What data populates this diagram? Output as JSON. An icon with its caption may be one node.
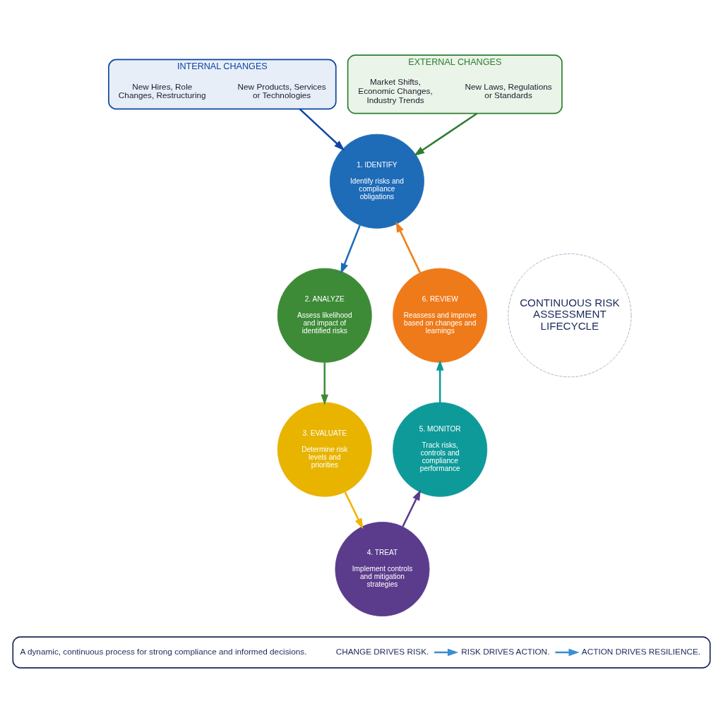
{
  "diagram": {
    "nodes": [
      {
        "text": [
          "INTERNAL CHANGES"
        ]
      },
      {
        "text": [
          "New Products, Services or Technologies"
        ],
        "in": 0
      },
      {
        "text": [
          "New Hires, Role Changes, Restructuring"
        ],
        "in": 0
      },
      {
        "text": [
          "EXTERNAL CHANGES"
        ]
      },
      {
        "text": [
          "New Laws, Regulations or Standards"
        ],
        "in": 3
      },
      {
        "text": [
          "Market Shifts, Economic Changes, Industry Trends"
        ],
        "in": 3
      },
      {
        "text": [
          "1. IDENTIFY",
          "Identify risks and compliance obligations"
        ]
      },
      {
        "text": [
          "2. ANALYZE",
          "Assess likelihood and impact of identified risks"
        ]
      },
      {
        "text": [
          "3. EVALUATE",
          "Determine risk levels and priorities"
        ]
      },
      {
        "text": [
          "4. TREAT",
          "Implement controls and mitigation strategies"
        ]
      },
      {
        "text": [
          "5. MONITOR",
          "Track risks, controls and compliance performance"
        ]
      },
      {
        "text": [
          "6. REVIEW",
          "Reassess and improve based on changes and learnings"
        ]
      },
      {
        "text": [
          "CONTINUOUS RISK ASSESSMENT LIFECYCLE"
        ]
      },
      {
        "text": [],
        "shape": "box"
      },
      {
        "text": [
          "CHANGE DRIVES RISK."
        ],
        "in": 13
      },
      {
        "text": [
          "RISK DRIVES ACTION."
        ],
        "in": 13
      },
      {
        "text": [
          "ACTION DRIVES RESILIENCE."
        ],
        "in": 13
      },
      {
        "text": [
          "A dynamic, continuous process for strong compliance and informed decisions."
        ],
        "in": 13
      }
    ],
    "edges": [
      {
        "from": 0,
        "to": 6,
        "arrow": "to",
        "color": "#0d47a1"
      },
      {
        "from": 3,
        "to": 6,
        "arrow": "to",
        "color": "#2e7d32"
      },
      {
        "from": 6,
        "to": 7,
        "arrow": "to",
        "color": "#1e6bb8"
      },
      {
        "from": 7,
        "to": 8,
        "arrow": "to",
        "color": "#3d8b37"
      },
      {
        "from": 8,
        "to": 9,
        "arrow": "to",
        "color": "#f0b400"
      },
      {
        "from": 9,
        "to": 10,
        "arrow": "to",
        "color": "#5b3b8c"
      },
      {
        "from": 10,
        "to": 11,
        "arrow": "to",
        "color": "#0f9a9a"
      },
      {
        "from": 11,
        "to": 6,
        "arrow": "to",
        "color": "#f07f1a"
      },
      {
        "from": 14,
        "to": 15,
        "arrow": "to",
        "color": "#3a8fd0"
      },
      {
        "from": 15,
        "to": 16,
        "arrow": "to",
        "color": "#3a8fd0"
      }
    ]
  }
}
